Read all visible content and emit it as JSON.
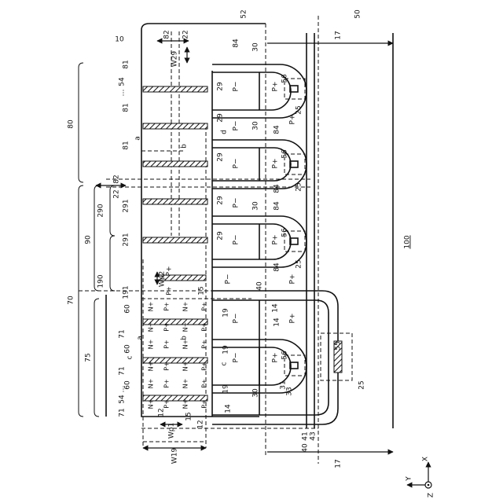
{
  "figure_number": "10",
  "regions": {
    "r52": "52",
    "r50": "50",
    "r100": "100",
    "r80": "80",
    "r70": "70",
    "r75": "75",
    "r90": "90",
    "r190": "190",
    "r290": "290"
  },
  "dimensions": {
    "w29": "W29",
    "w19": "W19",
    "wp1": "Wp1",
    "wp2": "Wp2",
    "d82": "82",
    "d22": "22"
  },
  "doping": {
    "p_minus": "P−",
    "p_plus": "P+",
    "n_plus": "N+"
  },
  "refs": {
    "r10": "10",
    "r12": "12",
    "r14": "14",
    "r15": "15",
    "r17": "17",
    "r19": "19",
    "r22": "22",
    "r25": "25",
    "r29": "29",
    "r30": "30",
    "r31": "31",
    "r33": "33",
    "r40": "40",
    "r41": "41",
    "r43": "43",
    "r54": "54",
    "r55": "55",
    "r56": "56",
    "r60": "60",
    "r71": "71",
    "r81": "81",
    "r82": "82",
    "r84": "84",
    "r191": "191",
    "r291": "291"
  },
  "cut_letters": {
    "a": "a",
    "b": "b",
    "c": "c",
    "d": "d"
  },
  "ellipsis": "…",
  "axes": {
    "x": "X",
    "y": "Y",
    "z": "Z"
  }
}
